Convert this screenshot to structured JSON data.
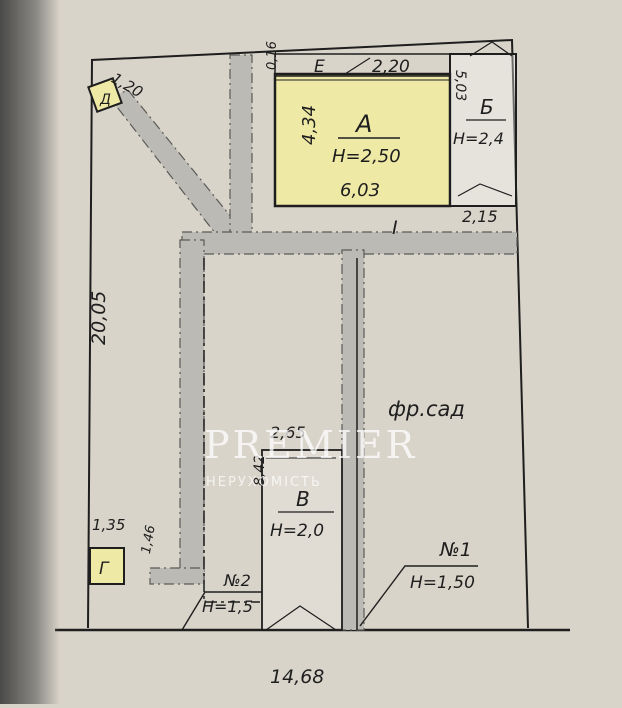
{
  "plan": {
    "dimensions": {
      "total_width": "14,68",
      "total_height": "20,05",
      "top_small": "1,20",
      "a_depth": "4,34",
      "a_width_top": "2,20",
      "a_width_bottom": "6,03",
      "b_depth": "5,03",
      "corridor": "2,15",
      "side_small": "0,16",
      "v_width": "2,65",
      "v_depth": "8,42",
      "g_width": "1,35",
      "g_depth": "1,46"
    },
    "labels": {
      "a_letter": "А",
      "a_height": "Н=2,50",
      "b_letter": "Б",
      "b_height": "Н=2,4",
      "e_letter": "Е",
      "v_letter": "В",
      "v_height": "Н=2,0",
      "g_letter": "Г",
      "d_letter": "Д",
      "i_letter": "I",
      "garden": "фр.сад",
      "n1": "№1",
      "n1_height": "Н=1,50",
      "n2": "№2",
      "n2_height": "Н=1,5"
    },
    "colors": {
      "building_fill": "#efe9a6",
      "ink": "#1e1e1e",
      "path_fill": "#bcbab4"
    }
  },
  "watermark": {
    "title": "PREMIER",
    "subtitle": "НЕРУХОМІСТЬ"
  }
}
